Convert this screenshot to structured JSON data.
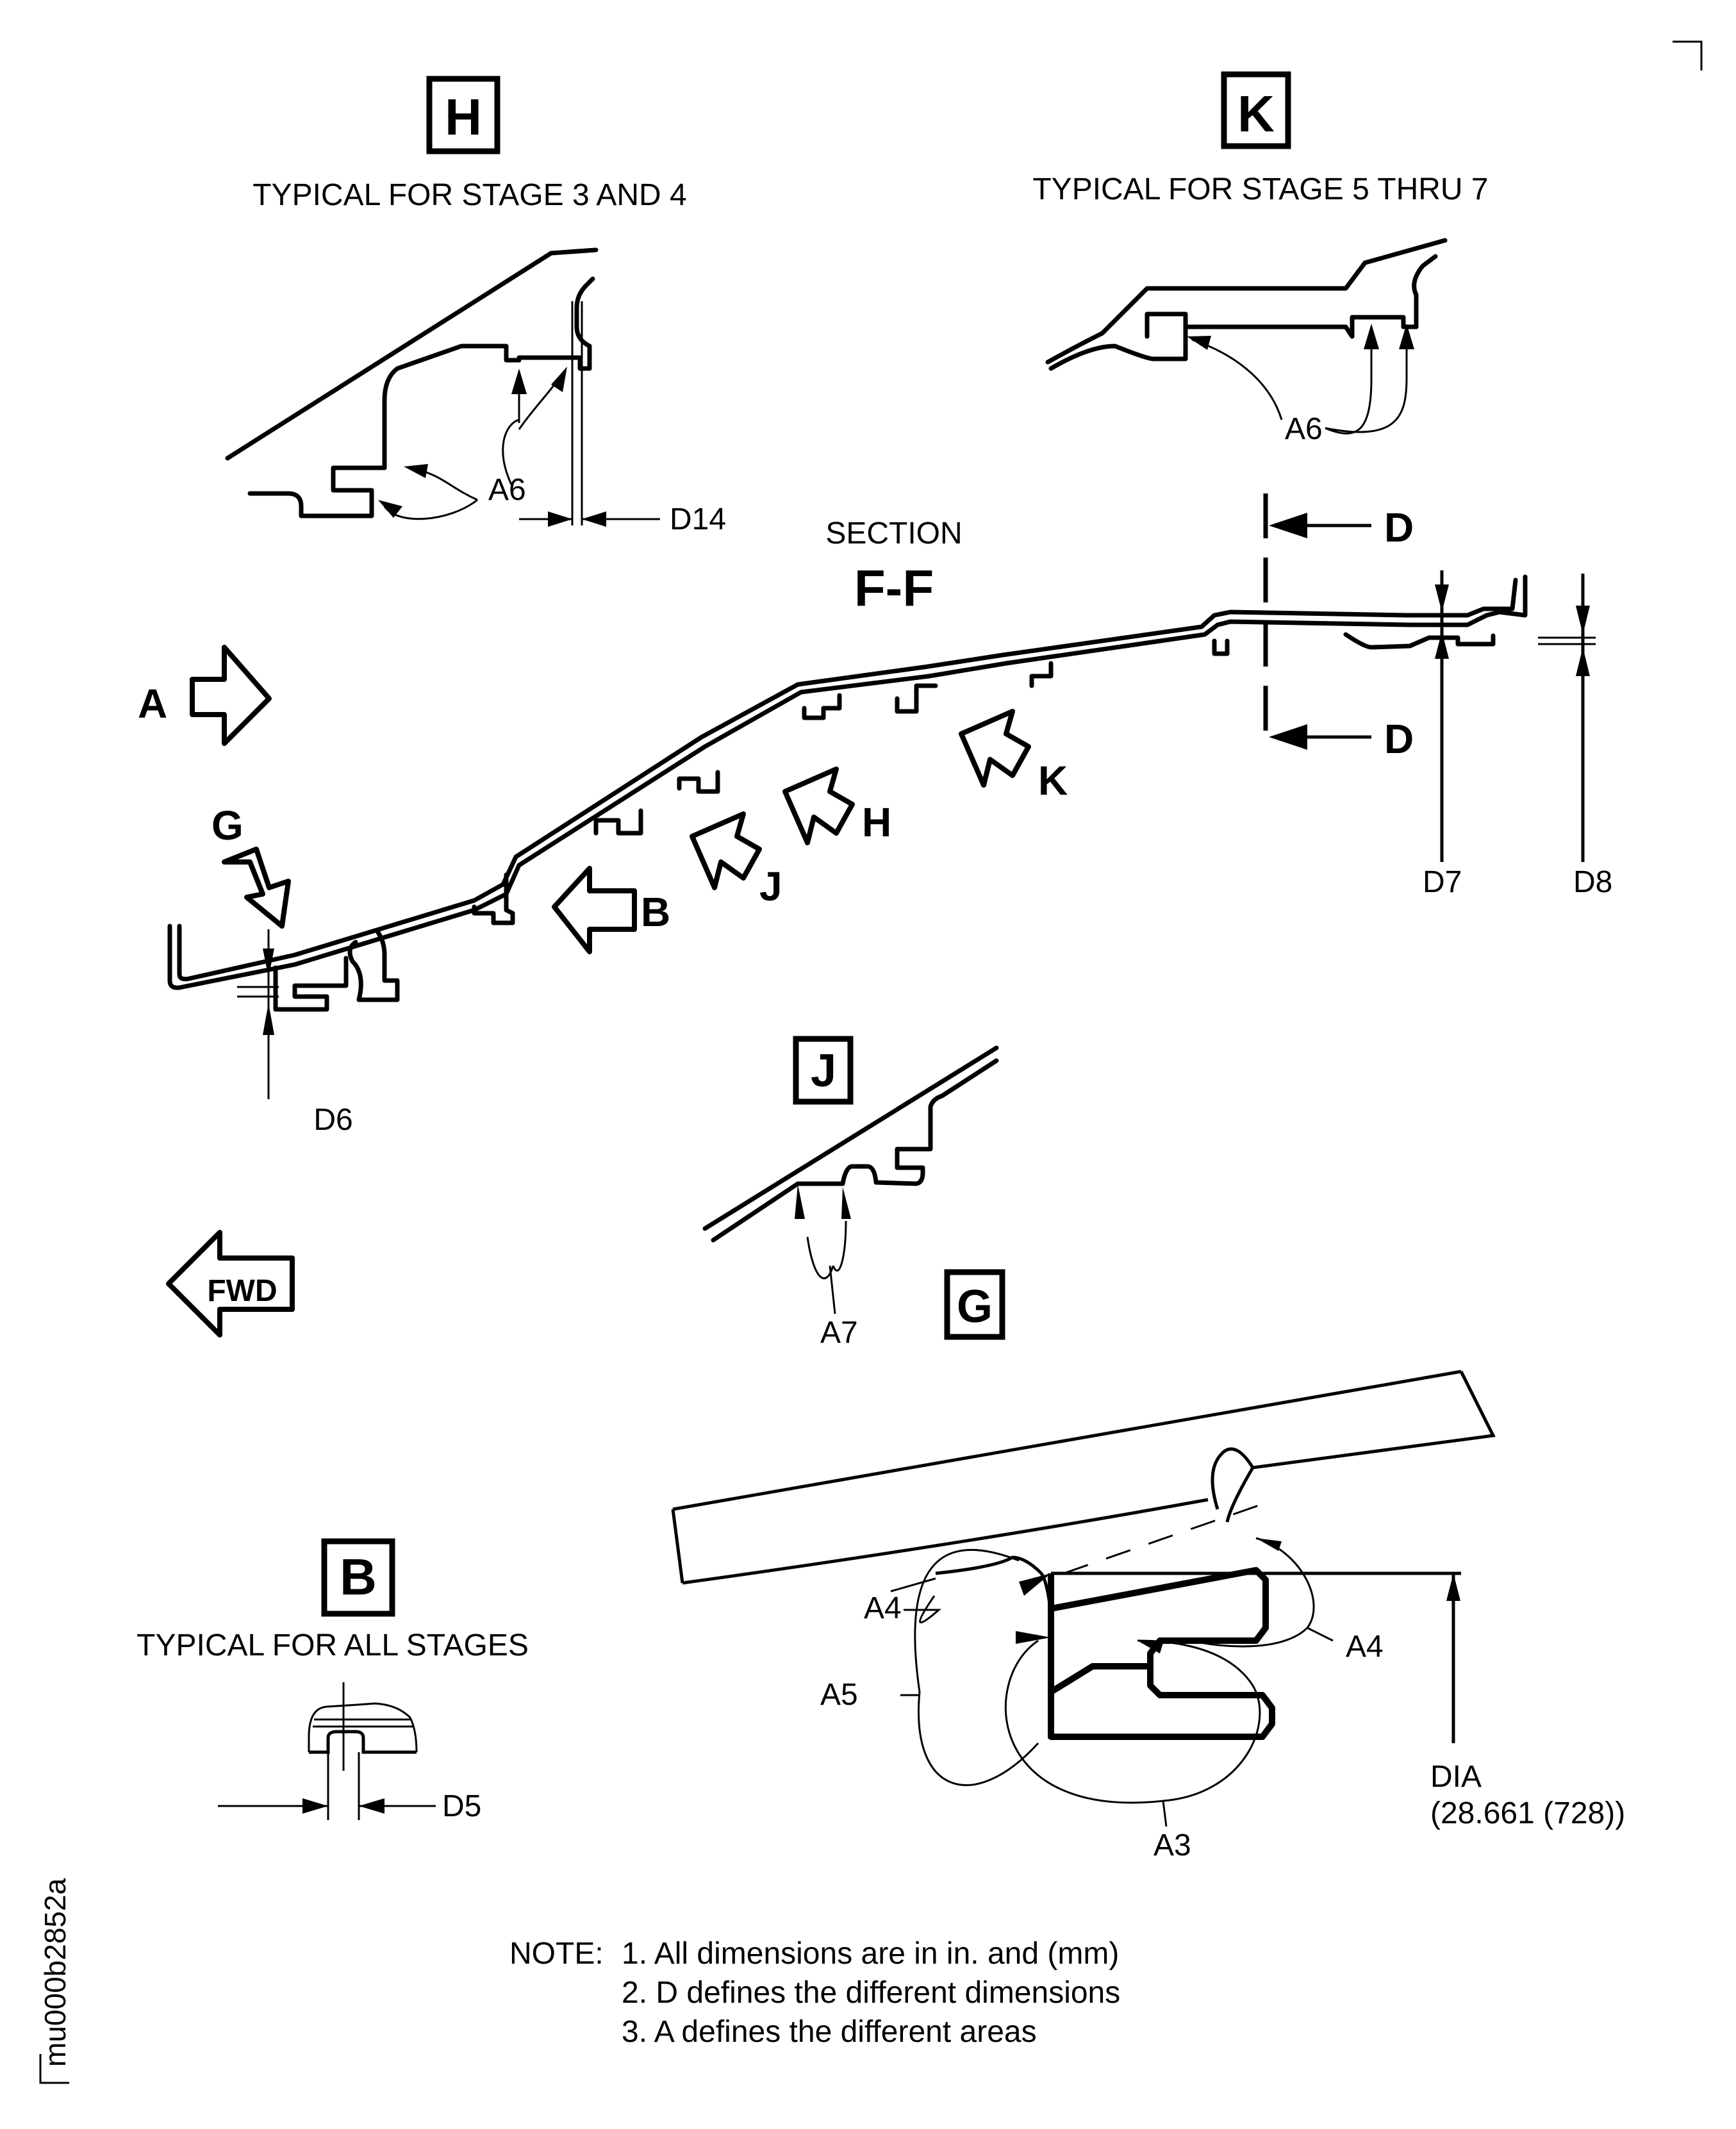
{
  "drawing_id": "mu000b2852a",
  "section": {
    "caption": "SECTION",
    "name": "F-F"
  },
  "section_cut": {
    "label_top": "D",
    "label_bottom": "D"
  },
  "views": {
    "H": {
      "letter": "H",
      "caption": "TYPICAL FOR STAGE 3 AND 4"
    },
    "K": {
      "letter": "K",
      "caption": "TYPICAL FOR STAGE 5 THRU 7"
    },
    "J": {
      "letter": "J"
    },
    "G": {
      "letter": "G"
    },
    "B": {
      "letter": "B",
      "caption": "TYPICAL FOR ALL STAGES"
    }
  },
  "view_arrows": {
    "A": "A",
    "B": "B",
    "G": "G",
    "H": "H",
    "J": "J",
    "K": "K"
  },
  "direction": {
    "label": "FWD"
  },
  "dimensions": {
    "D5": "D5",
    "D6": "D6",
    "D7": "D7",
    "D8": "D8",
    "D14": "D14",
    "dia_label": "DIA",
    "dia_value": "(28.661 (728))"
  },
  "areas": {
    "A3": "A3",
    "A4_left": "A4",
    "A4_right": "A4",
    "A5": "A5",
    "A6_H": "A6",
    "A6_K": "A6",
    "A7": "A7"
  },
  "notes": {
    "prefix": "NOTE:",
    "items": [
      "1. All dimensions are in in. and (mm)",
      "2. D defines the different dimensions",
      "3. A defines the different areas"
    ]
  }
}
